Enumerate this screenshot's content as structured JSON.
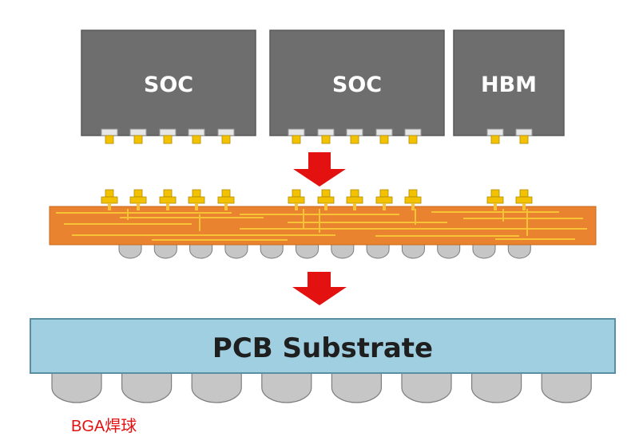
{
  "chips": [
    {
      "label": "SOC"
    },
    {
      "label": "SOC"
    },
    {
      "label": "HBM"
    }
  ],
  "pcb": {
    "label": "PCB Substrate"
  },
  "bga": {
    "label": "BGA焊球"
  },
  "colors": {
    "chip_fill": "#6e6e6e",
    "chip_stroke": "#5a5a5a",
    "pad": "#e6e6e6",
    "bump": "#f2c200",
    "interposer": "#e9832f",
    "interposer_trace": "#f7c233",
    "arrow": "#e3110f",
    "pcb_fill": "#9fcfe0",
    "pcb_stroke": "#5a8fa3",
    "ball_fill": "#c6c6c6",
    "ball_stroke": "#7d7d7d",
    "bga_text": "#e3110f"
  }
}
